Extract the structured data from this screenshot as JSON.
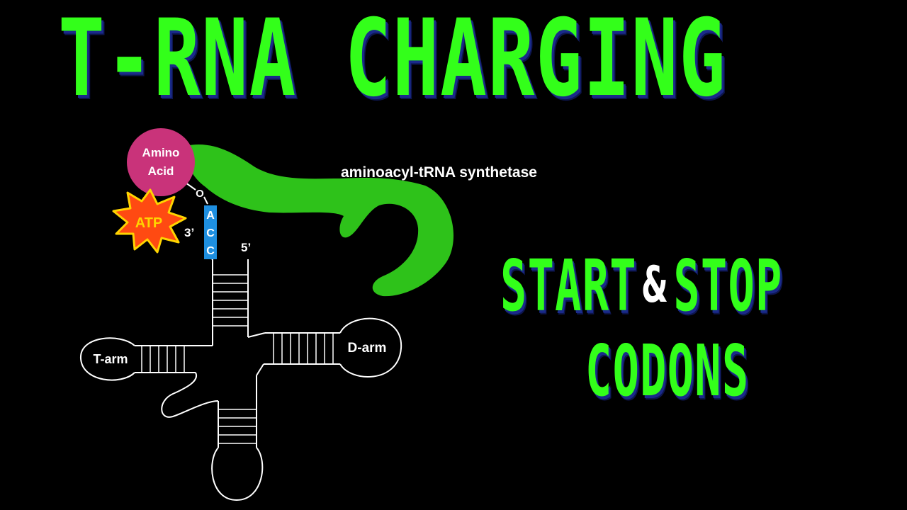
{
  "title": "T-RNA CHARGING",
  "subtitle": {
    "start": "START",
    "ampersand": "&",
    "stop": "STOP",
    "codons": "CODONS"
  },
  "diagram": {
    "amino_acid_line1": "Amino",
    "amino_acid_line2": "Acid",
    "enzyme_label": "aminoacyl-tRNA synthetase",
    "atp_label": "ATP",
    "oxygen_label": "O",
    "three_prime": "3’",
    "five_prime": "5’",
    "acceptor_bases": [
      "A",
      "C",
      "C"
    ],
    "t_arm": "T-arm",
    "d_arm": "D-arm"
  },
  "colors": {
    "headline": "#33ff1a",
    "headline_shadow": "#1a2a8a",
    "enzyme": "#2ec21a",
    "amino_acid": "#c9337a",
    "atp_fill": "#ff4a12",
    "atp_border": "#ffd400",
    "acceptor_stem": "#1e8fe0"
  }
}
